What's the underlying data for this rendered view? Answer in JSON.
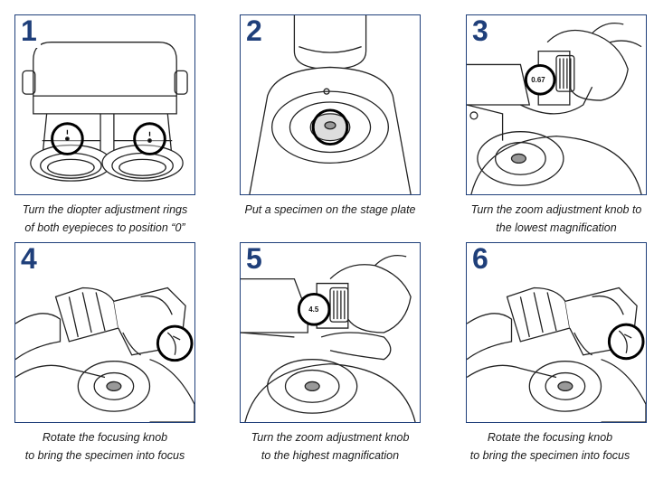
{
  "steps": [
    {
      "number": "1",
      "caption_lines": [
        "Turn the diopter adjustment rings",
        "of both eyepieces to position “0”"
      ]
    },
    {
      "number": "2",
      "caption_lines": [
        "Put a specimen on the stage plate",
        ""
      ]
    },
    {
      "number": "3",
      "caption_lines": [
        "Turn the zoom adjustment knob to",
        "the lowest magnification"
      ],
      "knob_label": "0.67"
    },
    {
      "number": "4",
      "caption_lines": [
        "Rotate the focusing knob",
        "to bring the specimen into focus"
      ]
    },
    {
      "number": "5",
      "caption_lines": [
        "Turn the zoom adjustment knob",
        "to the highest magnification"
      ],
      "knob_label": "4.5"
    },
    {
      "number": "6",
      "caption_lines": [
        "Rotate the focusing knob",
        "to bring the specimen into focus"
      ]
    }
  ],
  "colors": {
    "border": "#1f3f7a",
    "number": "#1f3f7a",
    "line": "#222222"
  }
}
